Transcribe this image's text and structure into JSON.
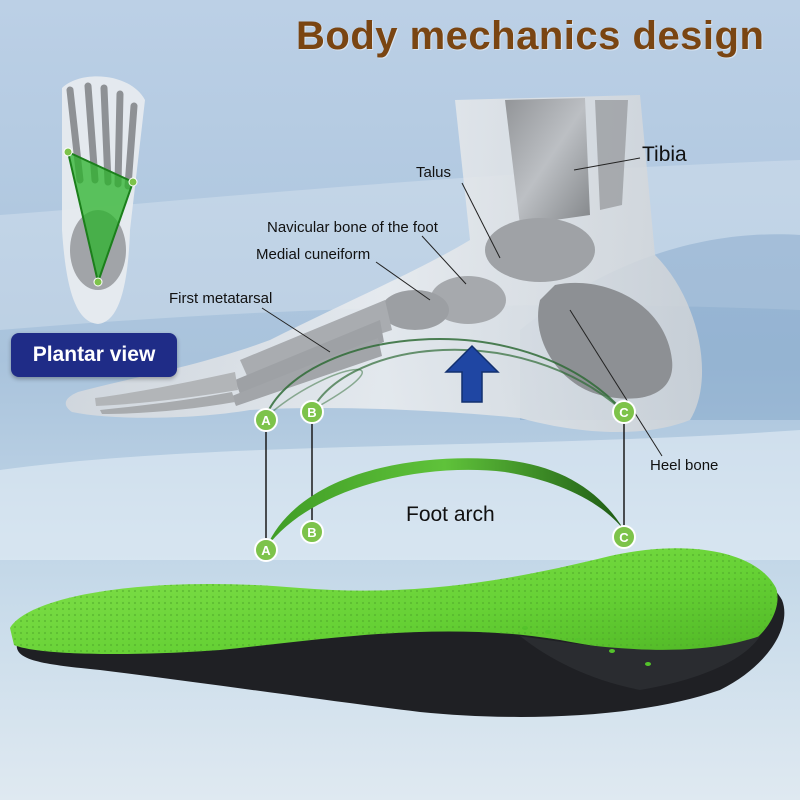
{
  "title": "Body mechanics design",
  "badge": "Plantar view",
  "labels": {
    "tibia": "Tibia",
    "talus": "Talus",
    "navicular": "Navicular bone of the foot",
    "medial_cuneiform": "Medial cuneiform",
    "first_metatarsal": "First metatarsal",
    "heel_bone": "Heel bone",
    "foot_arch": "Foot arch"
  },
  "points": {
    "a": "A",
    "b": "B",
    "c": "C"
  },
  "colors": {
    "title": "#7a4512",
    "badge": "#1f2c87",
    "insole_green": "#6ad33a",
    "insole_base": "#1f2024",
    "point_green": "#7dc34a",
    "arrow_blue": "#1f46a3",
    "sky": "#b9cfe3"
  }
}
